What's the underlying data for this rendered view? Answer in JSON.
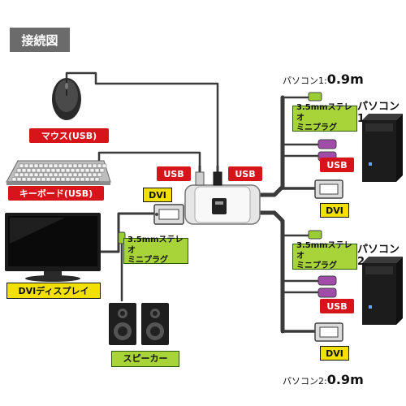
{
  "title": "接続図",
  "devices": {
    "mouse": "マウス(USB)",
    "keyboard": "キーボード(USB)",
    "display": "DVIディスプレイ",
    "speaker": "スピーカー",
    "pc1": "パソコン1",
    "pc2": "パソコン2"
  },
  "labels": {
    "usb_left_a": "USB",
    "usb_left_b": "USB",
    "dvi_left": "DVI",
    "audio_left": "3.5mmステレオ\nミニプラグ",
    "audio_pc1": "3.5mmステレオ\nミニプラグ",
    "usb_pc1": "USB",
    "dvi_pc1": "DVI",
    "audio_pc2": "3.5mmステレオ\nミニプラグ",
    "usb_pc2": "USB",
    "dvi_pc2": "DVI"
  },
  "cables": {
    "pc1_prefix": "パソコン1:",
    "pc1_value": "0.9m",
    "pc2_prefix": "パソコン2:",
    "pc2_value": "0.9m"
  },
  "colors": {
    "usb_label": "#d7141a",
    "dvi_label": "#f1e000",
    "audio_label": "#a8d43a",
    "title_bg": "#6b6b6b",
    "cable": "#3a3a3a",
    "audio_plug": "#9acd32",
    "ps2_plug": "#a04ca8"
  }
}
